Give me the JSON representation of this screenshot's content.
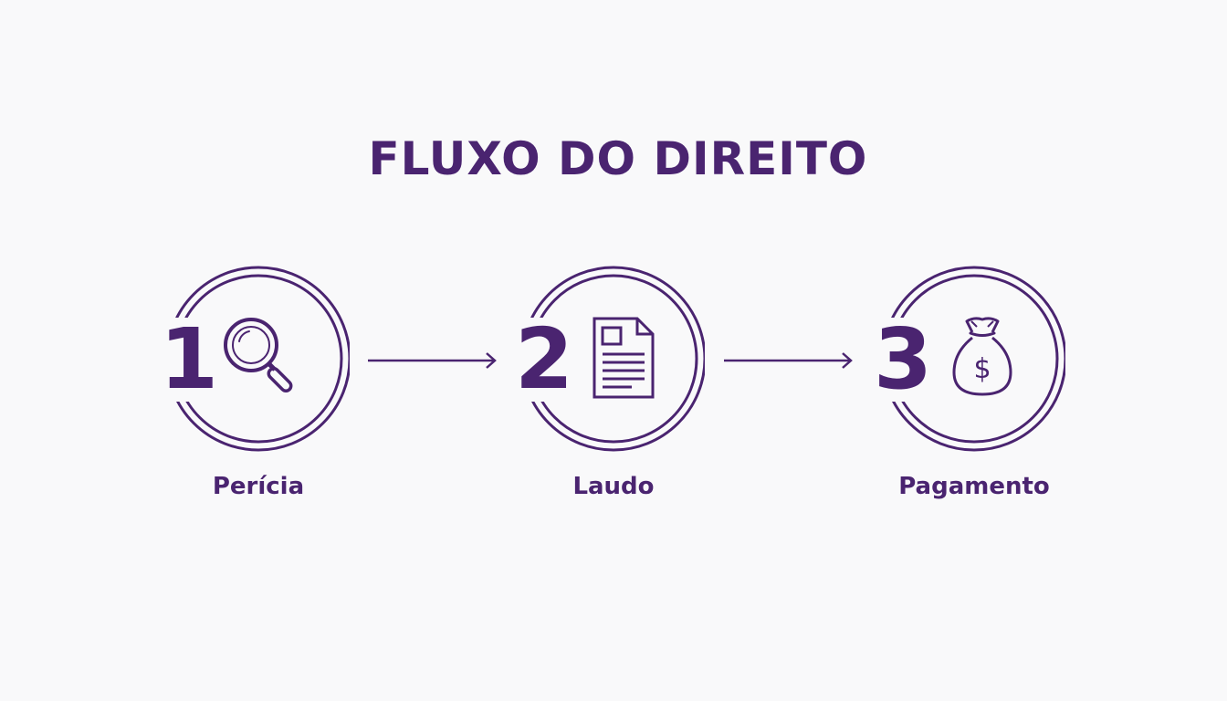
{
  "title": "FLUXO DO DIREITO",
  "colors": {
    "accent": "#4a2470",
    "background": "#f9f9fa"
  },
  "steps": [
    {
      "number": "1",
      "label": "Perícia",
      "icon": "magnifying-glass-icon"
    },
    {
      "number": "2",
      "label": "Laudo",
      "icon": "document-icon"
    },
    {
      "number": "3",
      "label": "Pagamento",
      "icon": "money-bag-icon",
      "icon_symbol": "$"
    }
  ]
}
